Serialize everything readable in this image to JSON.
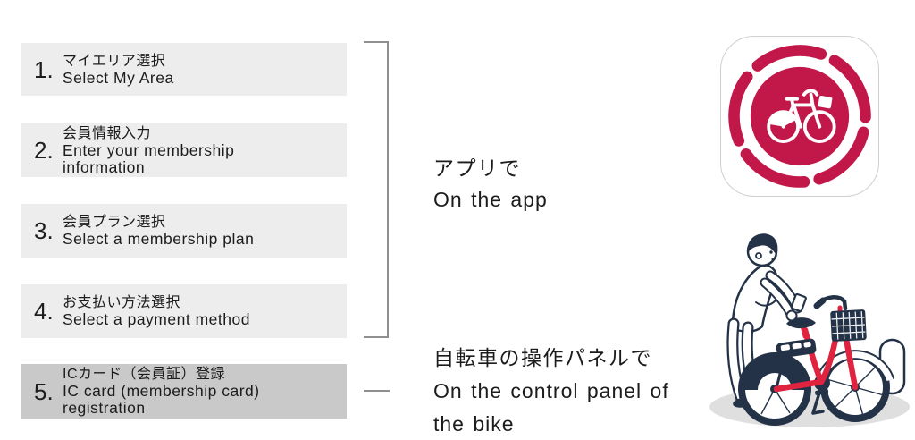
{
  "steps": [
    {
      "number": "1.",
      "jp": "マイエリア選択",
      "en": "Select My Area"
    },
    {
      "number": "2.",
      "jp": "会員情報入力",
      "en": "Enter your membership information"
    },
    {
      "number": "3.",
      "jp": "会員プラン選択",
      "en": "Select a membership plan"
    },
    {
      "number": "4.",
      "jp": "お支払い方法選択",
      "en": "Select a payment method"
    },
    {
      "number": "5.",
      "jp": "ICカード（会員証）登録",
      "en": "IC card (membership card) registration",
      "highlighted": true
    }
  ],
  "labels": {
    "app": {
      "jp": "アプリで",
      "en": "On the app"
    },
    "panel": {
      "jp": "自転車の操作パネルで",
      "en": "On the control panel of the bike"
    }
  },
  "icons": {
    "app_icon": "bikeshare-app-icon (red circle with white bicycle and broken ring)",
    "illustration": "person holding IC card over control panel of red share-bike"
  },
  "colors": {
    "step_box_bg": "#ededed",
    "step_box_highlight_bg": "#c9c9c9",
    "text": "#1c1c1c",
    "bracket": "#8f8f8f",
    "brand_red": "#c21749",
    "bike_red": "#e0233f",
    "navy": "#243247",
    "shadow_gray": "#dfdfdf"
  }
}
